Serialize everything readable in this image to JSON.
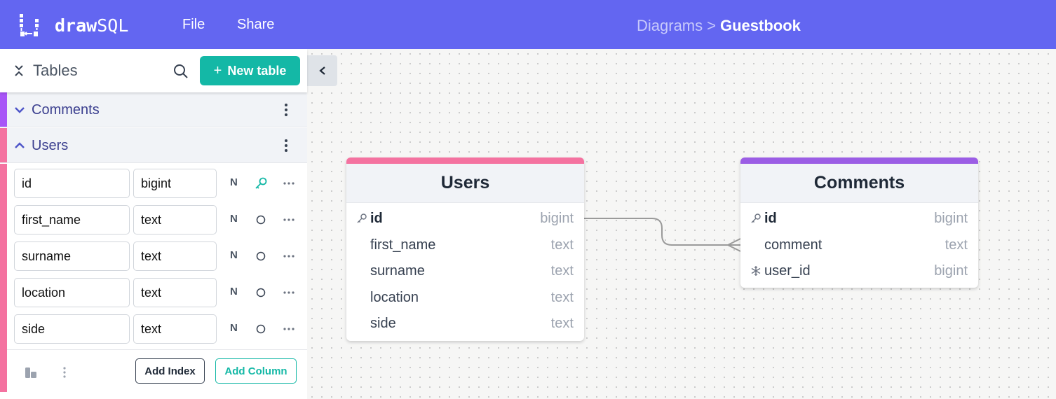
{
  "app": {
    "logo_bold": "draw",
    "logo_light": "SQL",
    "menu": {
      "file": "File",
      "share": "Share"
    },
    "breadcrumb": {
      "parent": "Diagrams",
      "separator": ">",
      "current": "Guestbook"
    }
  },
  "sidebar": {
    "title": "Tables",
    "new_table_plus": "+",
    "new_table_label": "New table",
    "tables": [
      {
        "name": "Comments",
        "color": "#a855f7",
        "expanded": false
      },
      {
        "name": "Users",
        "color": "#f472a0",
        "expanded": true
      }
    ],
    "columns": [
      {
        "name": "id",
        "type": "bigint",
        "nullable": "N",
        "key": "primary"
      },
      {
        "name": "first_name",
        "type": "text",
        "nullable": "N",
        "key": "none"
      },
      {
        "name": "surname",
        "type": "text",
        "nullable": "N",
        "key": "none"
      },
      {
        "name": "location",
        "type": "text",
        "nullable": "N",
        "key": "none"
      },
      {
        "name": "side",
        "type": "text",
        "nullable": "N",
        "key": "none"
      }
    ],
    "add_index": "Add Index",
    "add_column": "Add Column"
  },
  "diagram": {
    "users": {
      "title": "Users",
      "color": "#f472a0",
      "fields": [
        {
          "name": "id",
          "type": "bigint",
          "icon": "key-icon"
        },
        {
          "name": "first_name",
          "type": "text",
          "icon": ""
        },
        {
          "name": "surname",
          "type": "text",
          "icon": ""
        },
        {
          "name": "location",
          "type": "text",
          "icon": ""
        },
        {
          "name": "side",
          "type": "text",
          "icon": ""
        }
      ]
    },
    "comments": {
      "title": "Comments",
      "color": "#9b5de5",
      "fields": [
        {
          "name": "id",
          "type": "bigint",
          "icon": "key-icon"
        },
        {
          "name": "comment",
          "type": "text",
          "icon": ""
        },
        {
          "name": "user_id",
          "type": "bigint",
          "icon": "snowflake-icon"
        }
      ]
    }
  },
  "colors": {
    "topbar": "#6366f1",
    "accent": "#14b8a6",
    "relation_line": "#9a9a9a"
  }
}
